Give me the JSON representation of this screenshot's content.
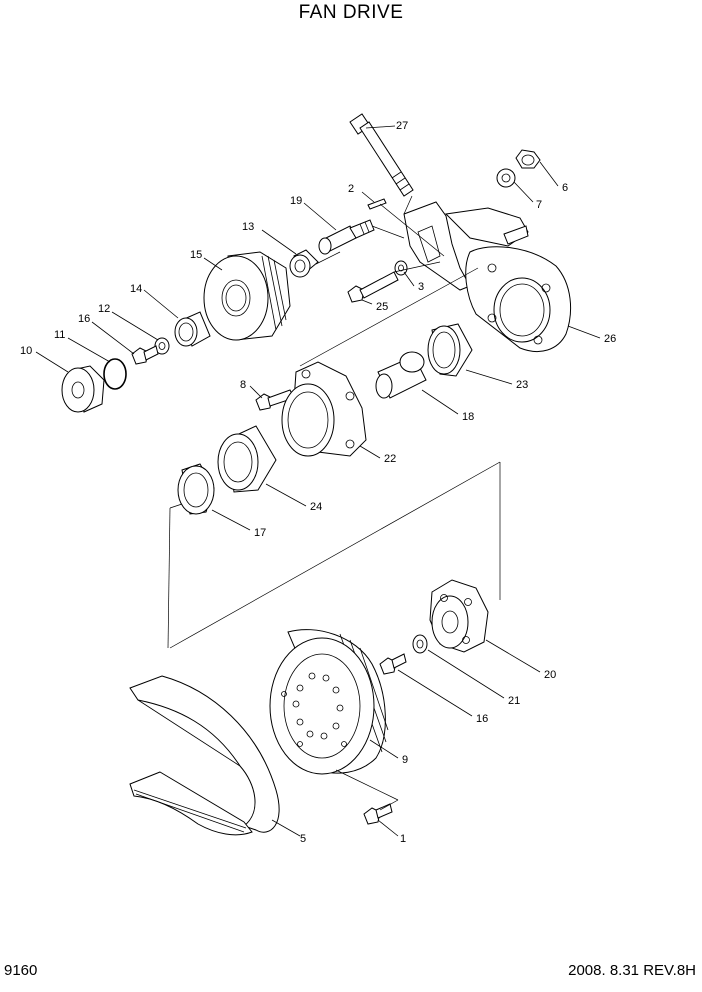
{
  "title": "FAN DRIVE",
  "page_number": "9160",
  "revision": "2008. 8.31 REV.8H",
  "callouts": [
    "1",
    "2",
    "3",
    "5",
    "6",
    "7",
    "8",
    "9",
    "10",
    "11",
    "12",
    "13",
    "14",
    "15",
    "16",
    "16",
    "17",
    "18",
    "19",
    "20",
    "21",
    "22",
    "23",
    "24",
    "25",
    "26",
    "27"
  ]
}
